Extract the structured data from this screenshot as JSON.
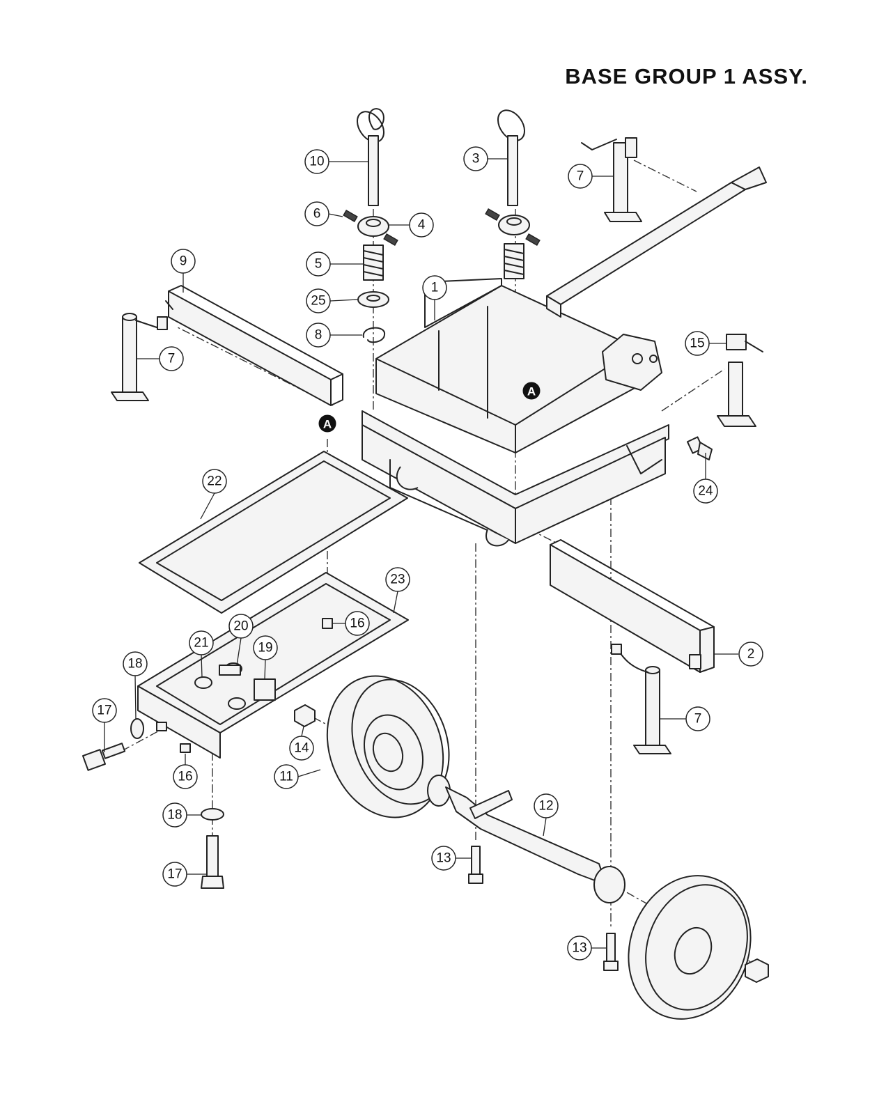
{
  "title": "BASE GROUP 1 ASSY.",
  "ref_marker": "A",
  "callouts": [
    "1",
    "2",
    "3",
    "4",
    "5",
    "6",
    "7",
    "8",
    "9",
    "10",
    "11",
    "12",
    "13",
    "14",
    "15",
    "16",
    "17",
    "18",
    "19",
    "20",
    "21",
    "22",
    "23",
    "24",
    "25"
  ]
}
